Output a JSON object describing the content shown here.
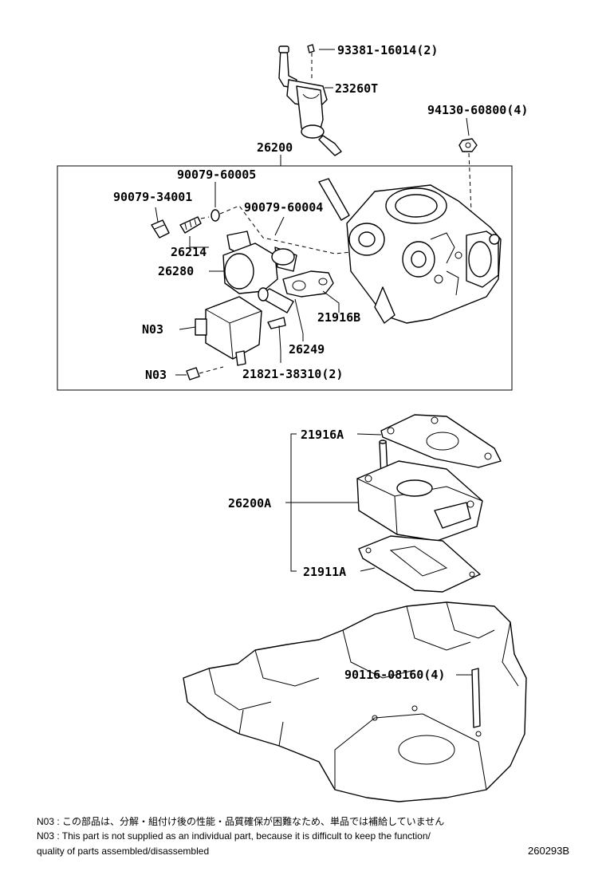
{
  "labels": {
    "p93381": "93381-16014(2)",
    "p23260T": "23260T",
    "p94130": "94130-60800(4)",
    "p26200": "26200",
    "p90079_60005": "90079-60005",
    "p90079_34001": "90079-34001",
    "p90079_60004": "90079-60004",
    "p26214": "26214",
    "p26280": "26280",
    "p21916B": "21916B",
    "pN03_a": "N03",
    "p26249": "26249",
    "pN03_b": "N03",
    "p21821": "21821-38310(2)",
    "p21916A": "21916A",
    "p26200A": "26200A",
    "p21911A": "21911A",
    "p90116": "90116-08160(4)"
  },
  "notes": {
    "line1": "N03 : この部品は、分解・組付け後の性能・品質確保が困難なため、単品では補給していません",
    "line2": "N03 : This part is not supplied as an individual part,    because it is difficult to keep the function/",
    "line3": "quality of parts assembled/disassembled"
  },
  "drawing_code": "260293B"
}
